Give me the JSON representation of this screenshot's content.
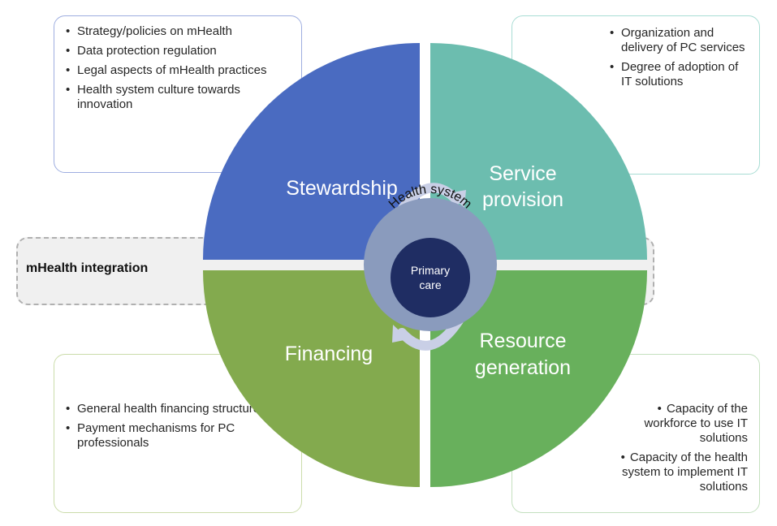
{
  "title": "mHealth integration",
  "center": {
    "outer_label": "Health system",
    "inner_line1": "Primary",
    "inner_line2": "care"
  },
  "quadrants": {
    "stewardship": {
      "label": "Stewardship",
      "color": "#4a6bc1"
    },
    "service_provision": {
      "line1": "Service",
      "line2": "provision",
      "color": "#6cbdaf"
    },
    "financing": {
      "label": "Financing",
      "color": "#83aa4e"
    },
    "resource_generation": {
      "line1": "Resource",
      "line2": "generation",
      "color": "#68b05c"
    }
  },
  "boxes": {
    "stewardship": {
      "items": [
        "Strategy/policies on mHealth",
        "Data protection regulation",
        "Legal aspects of mHealth practices",
        "Health system culture towards innovation"
      ]
    },
    "service_provision": {
      "items": [
        "Organization and delivery of PC services",
        "Degree of adoption of IT solutions"
      ]
    },
    "financing": {
      "items": [
        "General health financing structure",
        "Payment mechanisms for PC professionals"
      ]
    },
    "resource_generation": {
      "items": [
        "Capacity of the workforce to use IT solutions",
        "Capacity of the health system to implement IT solutions"
      ]
    }
  },
  "colors": {
    "center_outer": "#8a9bbd",
    "center_inner": "#1f2d63",
    "arrow": "#c9cfe6"
  }
}
